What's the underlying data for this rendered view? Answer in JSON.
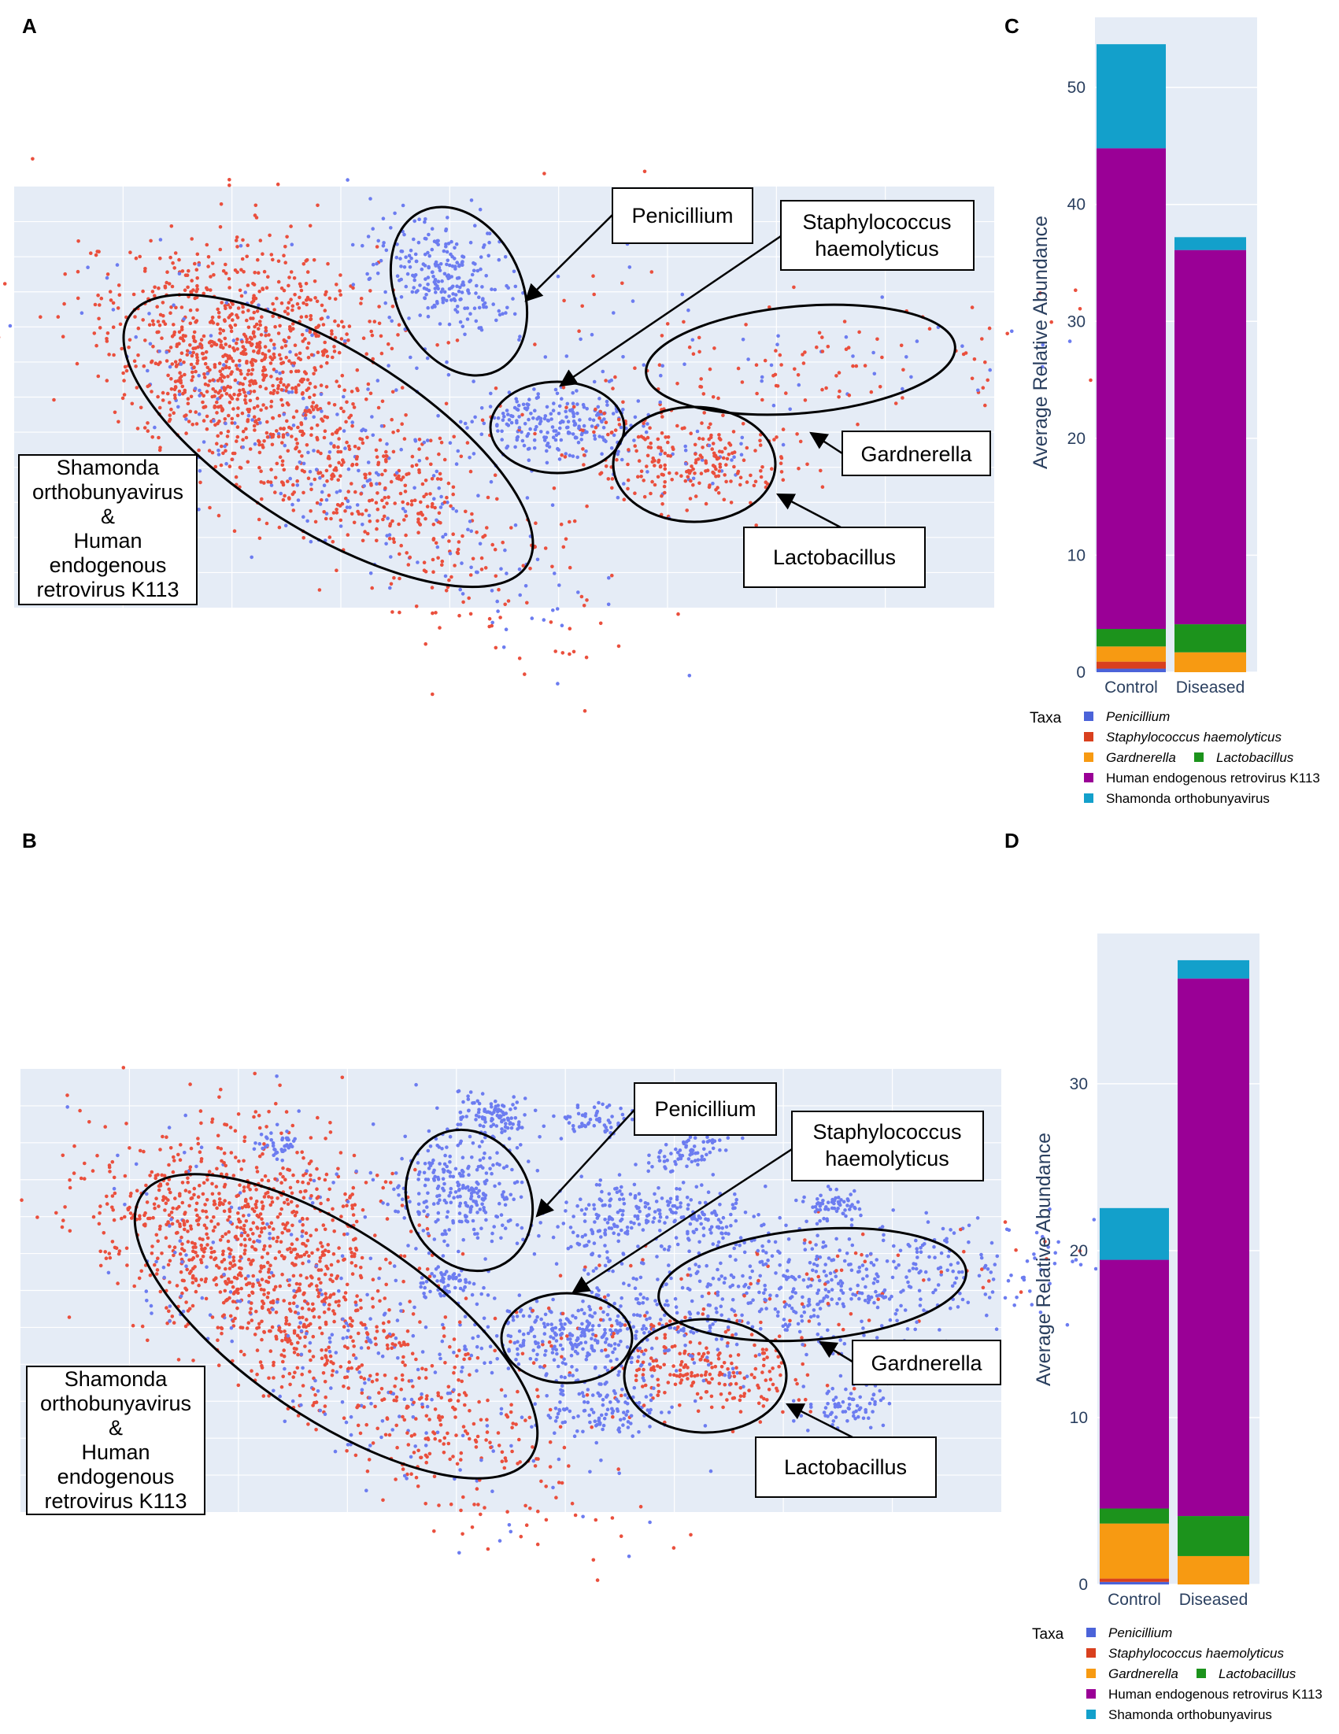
{
  "panels": {
    "a": "A",
    "b": "B",
    "c": "C",
    "d": "D"
  },
  "colors": {
    "penicillium": "#4b63d9",
    "staph": "#d9401e",
    "gardnerella": "#f79a12",
    "lactobacillus": "#1c931c",
    "herv": "#9a0096",
    "shamonda": "#13a0cb",
    "scatter_blue": "#6c7cf0",
    "scatter_red": "#ea4f3d",
    "plot_bg": "#e5ecf6"
  },
  "tsne_a": {
    "callouts": {
      "penicillium": "Penicillium",
      "staph_line1": "Staphylococcus",
      "staph_line2": "haemolyticus",
      "gardnerella": "Gardnerella",
      "lactobacillus": "Lactobacillus",
      "host_line1": "Shamonda",
      "host_line2": "orthobunyavirus",
      "host_line3": "&",
      "host_line4": "Human",
      "host_line5": "endogenous",
      "host_line6": "retrovirus K113"
    }
  },
  "tsne_b": {
    "callouts": {
      "penicillium": "Penicillium",
      "staph_line1": "Staphylococcus",
      "staph_line2": "haemolyticus",
      "gardnerella": "Gardnerella",
      "lactobacillus": "Lactobacillus",
      "host_line1": "Shamonda",
      "host_line2": "orthobunyavirus",
      "host_line3": "&",
      "host_line4": "Human",
      "host_line5": "endogenous",
      "host_line6": "retrovirus K113"
    }
  },
  "legend": {
    "title": "Taxa",
    "items": [
      "Penicillium",
      "Staphylococcus haemolyticus",
      "Gardnerella",
      "Lactobacillus",
      "Human endogenous retrovirus K113",
      "Shamonda orthobunyavirus"
    ]
  },
  "chart_data": [
    {
      "panel": "C",
      "type": "bar",
      "stacked": true,
      "categories": [
        "Control",
        "Diseased"
      ],
      "ylabel": "Average Relative Abundance",
      "ylim": [
        0,
        56
      ],
      "yticks": [
        0,
        10,
        20,
        30,
        40,
        50
      ],
      "grid": true,
      "series": [
        {
          "name": "Penicillium",
          "values": [
            0.3,
            0.0
          ]
        },
        {
          "name": "Staphylococcus haemolyticus",
          "values": [
            0.6,
            0.0
          ]
        },
        {
          "name": "Gardnerella",
          "values": [
            1.3,
            1.7
          ]
        },
        {
          "name": "Lactobacillus",
          "values": [
            1.5,
            2.4
          ]
        },
        {
          "name": "Human endogenous retrovirus K113",
          "values": [
            41.1,
            32.0
          ]
        },
        {
          "name": "Shamonda orthobunyavirus",
          "values": [
            8.9,
            1.1
          ]
        }
      ]
    },
    {
      "panel": "D",
      "type": "bar",
      "stacked": true,
      "categories": [
        "Control",
        "Diseased"
      ],
      "ylabel": "Average Relative Abundance",
      "ylim": [
        0,
        39
      ],
      "yticks": [
        0,
        10,
        20,
        30
      ],
      "grid": true,
      "series": [
        {
          "name": "Penicillium",
          "values": [
            0.15,
            0.0
          ]
        },
        {
          "name": "Staphylococcus haemolyticus",
          "values": [
            0.2,
            0.0
          ]
        },
        {
          "name": "Gardnerella",
          "values": [
            3.3,
            1.7
          ]
        },
        {
          "name": "Lactobacillus",
          "values": [
            0.9,
            2.4
          ]
        },
        {
          "name": "Human endogenous retrovirus K113",
          "values": [
            14.9,
            32.2
          ]
        },
        {
          "name": "Shamonda orthobunyavirus",
          "values": [
            3.1,
            1.1
          ]
        }
      ]
    }
  ]
}
